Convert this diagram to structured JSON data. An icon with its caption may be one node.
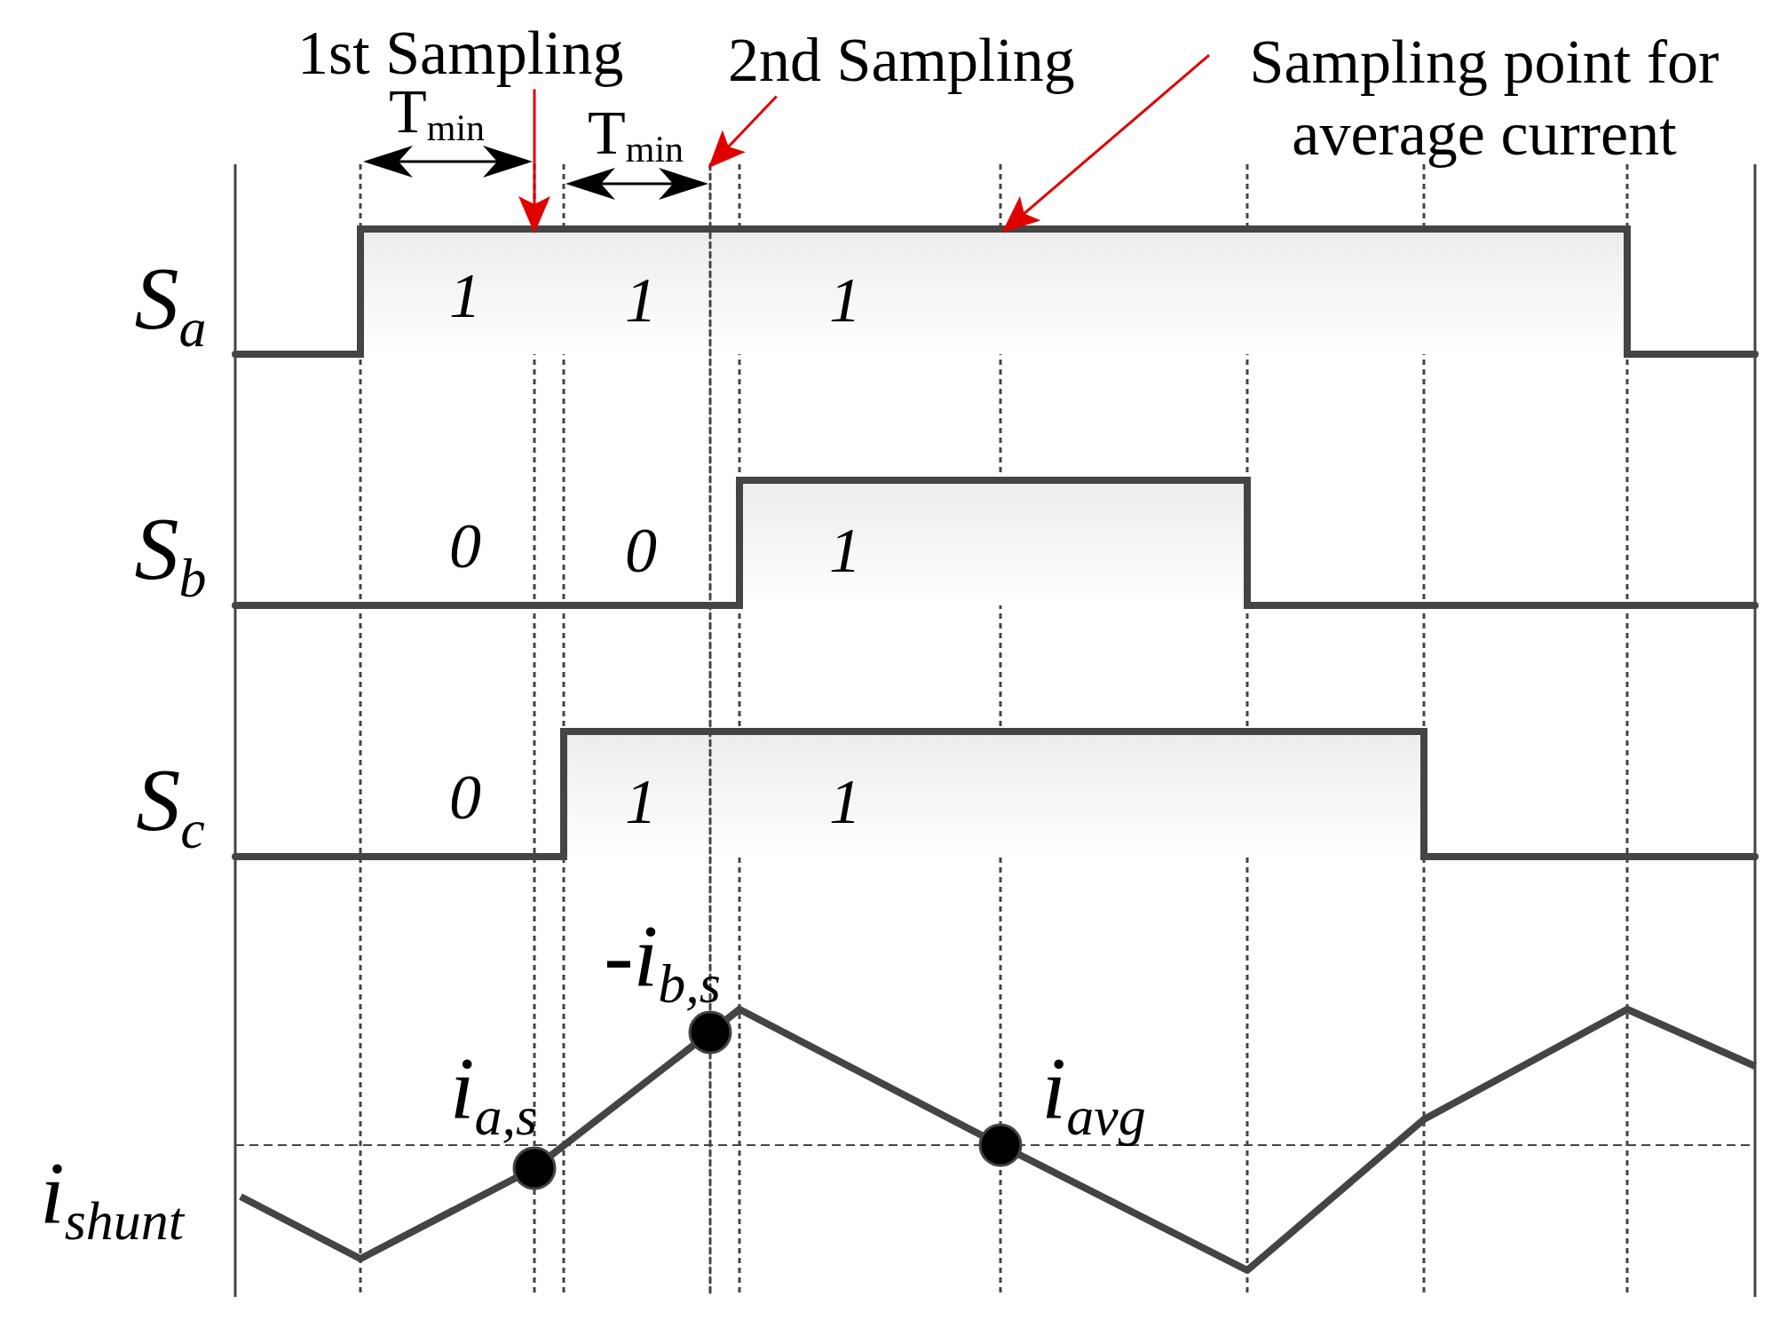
{
  "diagram": {
    "nodes": [
      {
        "text": [
          "1st Sampling"
        ]
      },
      {
        "text": [
          "2nd Sampling"
        ]
      },
      {
        "text": [
          "Sampling point for average current"
        ]
      },
      {
        "text": [],
        "shape": "line"
      },
      {
        "text": [],
        "shape": "line"
      }
    ],
    "edges": [
      {
        "from": 0,
        "to": 3,
        "arrow": "to",
        "color": "#e00000"
      },
      {
        "from": 1,
        "to": 4,
        "arrow": "to",
        "color": "#e00000"
      },
      {
        "from": 2,
        "to": 3,
        "arrow": "to",
        "color": "#e00000"
      }
    ],
    "labels": [
      "T$_{min}$",
      "T$_{min}$",
      "S$_{a}$",
      "1",
      "1",
      "1",
      "S$_{b}$",
      "0",
      "0",
      "1",
      "S$_{c}$",
      "0",
      "1",
      "1",
      "-i$_{b,s}$",
      "i$_{a,s}$",
      "i$_{avg}$",
      "i$_{shunt}$"
    ]
  }
}
